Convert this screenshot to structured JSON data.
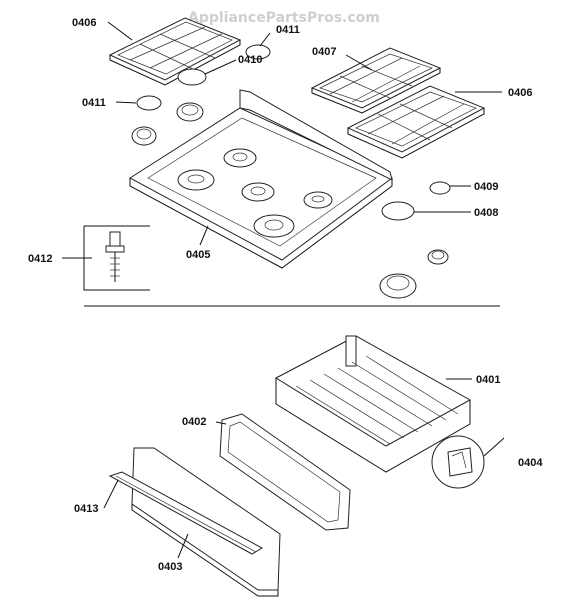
{
  "watermark": "AppliancePartsPros.com",
  "labels": {
    "p0406_top": "0406",
    "p0411_top": "0411",
    "p0410": "0410",
    "p0407": "0407",
    "p0406_right": "0406",
    "p0411_left": "0411",
    "p0409": "0409",
    "p0408": "0408",
    "p0405": "0405",
    "p0412": "0412",
    "p0401": "0401",
    "p0402": "0402",
    "p0404": "0404",
    "p0413": "0413",
    "p0403": "0403"
  }
}
